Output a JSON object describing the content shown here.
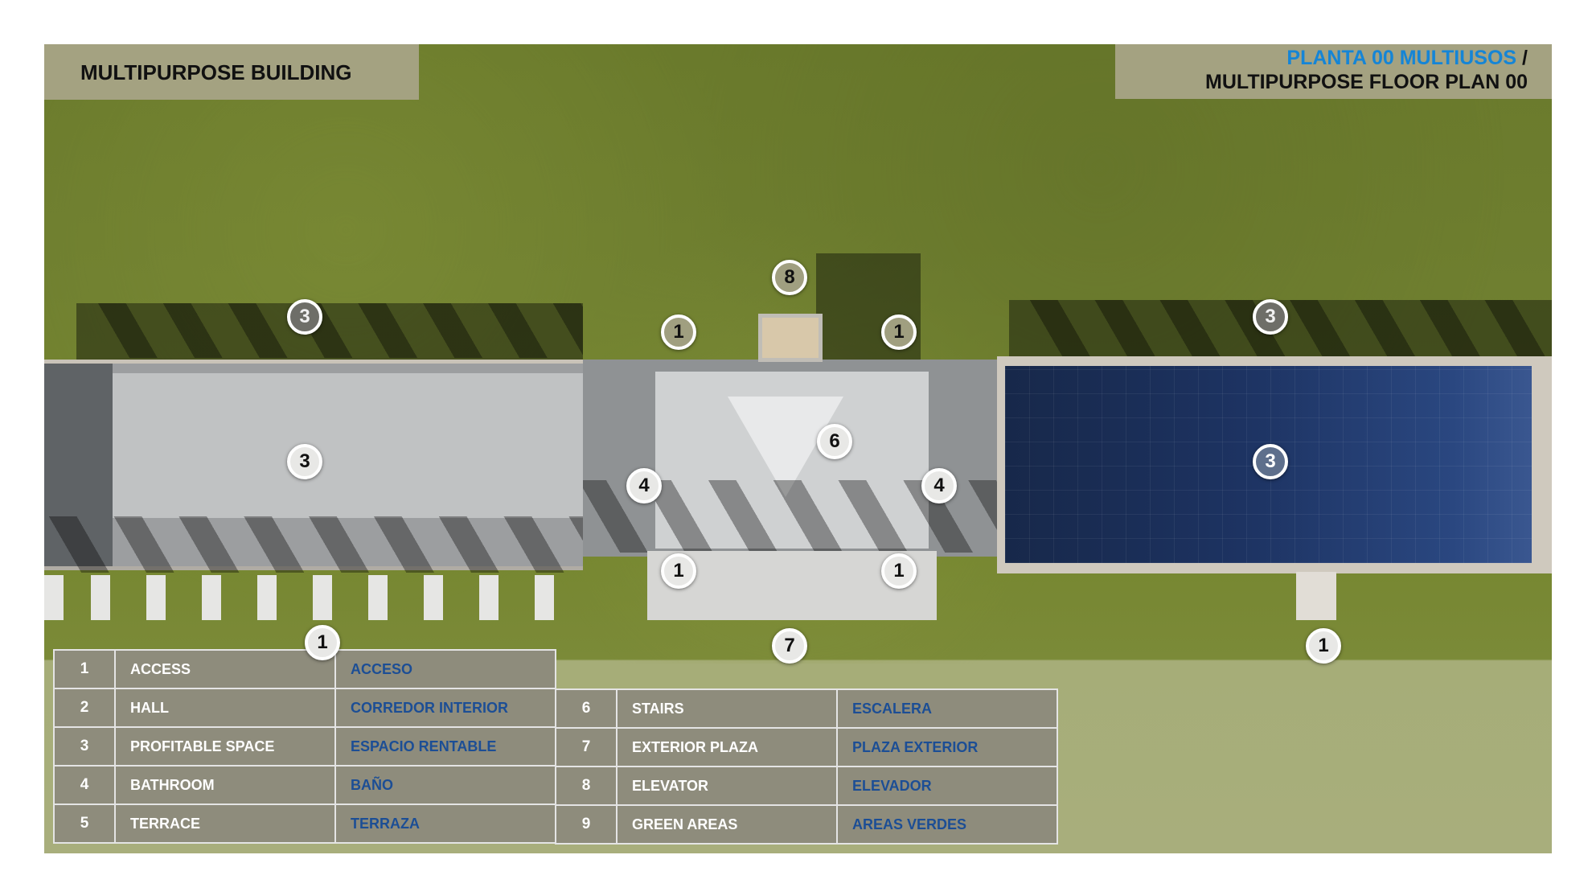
{
  "title_left": "MULTIPURPOSE BUILDING",
  "title_right": {
    "line1_blue": "PLANTA 00 MULTIUSOS",
    "line1_slash": " /",
    "line2": "MULTIPURPOSE FLOOR PLAN 00"
  },
  "markers": [
    {
      "id": "m-3-top-left",
      "label": "3"
    },
    {
      "id": "m-3-mid-left",
      "label": "3"
    },
    {
      "id": "m-1-top-left",
      "label": "1"
    },
    {
      "id": "m-1-top-right",
      "label": "1"
    },
    {
      "id": "m-8",
      "label": "8"
    },
    {
      "id": "m-6",
      "label": "6"
    },
    {
      "id": "m-4-left",
      "label": "4"
    },
    {
      "id": "m-4-right",
      "label": "4"
    },
    {
      "id": "m-1-bot-left",
      "label": "1"
    },
    {
      "id": "m-1-bot-right",
      "label": "1"
    },
    {
      "id": "m-3-top-right",
      "label": "3"
    },
    {
      "id": "m-3-mid-right",
      "label": "3"
    },
    {
      "id": "m-1-left-table",
      "label": "1"
    },
    {
      "id": "m-7",
      "label": "7"
    },
    {
      "id": "m-1-far-right",
      "label": "1"
    }
  ],
  "legend_left": [
    {
      "num": "1",
      "en": "ACCESS",
      "es": "ACCESO"
    },
    {
      "num": "2",
      "en": "HALL",
      "es": "CORREDOR INTERIOR"
    },
    {
      "num": "3",
      "en": "PROFITABLE SPACE",
      "es": "ESPACIO RENTABLE"
    },
    {
      "num": "4",
      "en": "BATHROOM",
      "es": "BAÑO"
    },
    {
      "num": "5",
      "en": "TERRACE",
      "es": "TERRAZA"
    }
  ],
  "legend_right": [
    {
      "num": "6",
      "en": "STAIRS",
      "es": "ESCALERA"
    },
    {
      "num": "7",
      "en": "EXTERIOR PLAZA",
      "es": "PLAZA EXTERIOR"
    },
    {
      "num": "8",
      "en": "ELEVATOR",
      "es": "ELEVADOR"
    },
    {
      "num": "9",
      "en": "GREEN AREAS",
      "es": "AREAS VERDES"
    }
  ]
}
